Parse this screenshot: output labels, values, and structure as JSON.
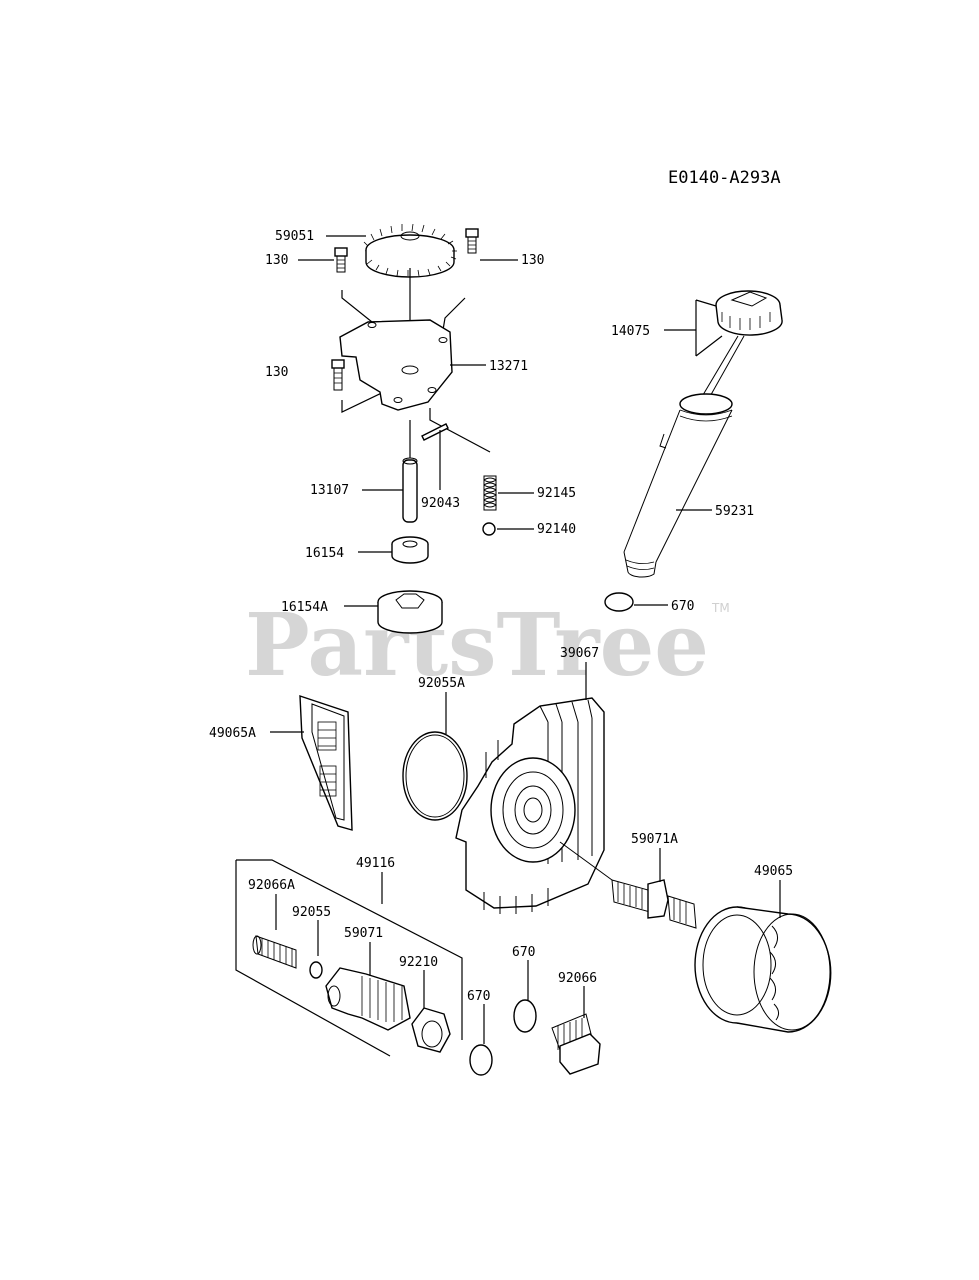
{
  "diagram_code": "E0140-A293A",
  "watermark": {
    "text": "PartsTree",
    "trademark": "TM"
  },
  "parts": [
    {
      "id": "59051",
      "label": "59051"
    },
    {
      "id": "130a",
      "label": "130"
    },
    {
      "id": "130b",
      "label": "130"
    },
    {
      "id": "130c",
      "label": "130"
    },
    {
      "id": "13271",
      "label": "13271"
    },
    {
      "id": "13107",
      "label": "13107"
    },
    {
      "id": "92043",
      "label": "92043"
    },
    {
      "id": "92145",
      "label": "92145"
    },
    {
      "id": "92140",
      "label": "92140"
    },
    {
      "id": "16154",
      "label": "16154"
    },
    {
      "id": "16154A",
      "label": "16154A"
    },
    {
      "id": "14075",
      "label": "14075"
    },
    {
      "id": "59231",
      "label": "59231"
    },
    {
      "id": "670a",
      "label": "670"
    },
    {
      "id": "39067",
      "label": "39067"
    },
    {
      "id": "92055A",
      "label": "92055A"
    },
    {
      "id": "49065A",
      "label": "49065A"
    },
    {
      "id": "59071A",
      "label": "59071A"
    },
    {
      "id": "49065",
      "label": "49065"
    },
    {
      "id": "49116",
      "label": "49116"
    },
    {
      "id": "92066A",
      "label": "92066A"
    },
    {
      "id": "92055",
      "label": "92055"
    },
    {
      "id": "59071",
      "label": "59071"
    },
    {
      "id": "92210",
      "label": "92210"
    },
    {
      "id": "670b",
      "label": "670"
    },
    {
      "id": "670c",
      "label": "670"
    },
    {
      "id": "92066",
      "label": "92066"
    }
  ]
}
